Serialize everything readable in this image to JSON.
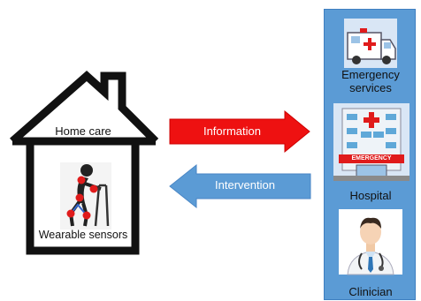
{
  "house": {
    "title": "Home care",
    "sensor_label": "Wearable sensors"
  },
  "arrows": {
    "information": "Information",
    "intervention": "Intervention"
  },
  "services": [
    {
      "label": "Emergency services",
      "icon": "ambulance-icon"
    },
    {
      "label": "Hospital",
      "icon": "hospital-icon",
      "sign": "EMERGENCY"
    },
    {
      "label": "Clinician",
      "icon": "doctor-icon"
    }
  ],
  "colors": {
    "information_arrow": "#ee1111",
    "intervention_arrow": "#5b9bd5",
    "panel": "#5b9bd5",
    "house_outline": "#111111"
  }
}
